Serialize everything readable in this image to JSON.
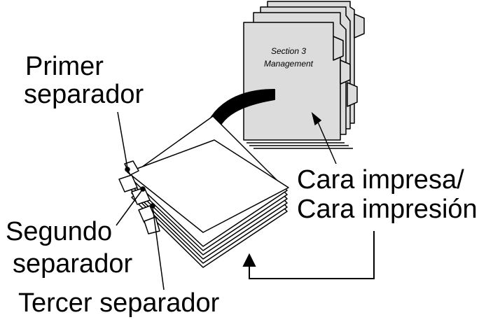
{
  "labels": {
    "primer_line1": "Primer",
    "primer_line2": "separador",
    "segundo_line1": "Segundo",
    "segundo_line2": "separador",
    "tercer": "Tercer separador",
    "cara_line1": "Cara impresa/",
    "cara_line2": "Cara impresión"
  },
  "tab_sheet": {
    "line1": "Section 3",
    "line2": "Management"
  },
  "colors": {
    "sheet_gray": "#dcdcdc",
    "outline": "#000000",
    "paper": "#ffffff",
    "arrow": "#000000"
  },
  "icons": {
    "flip_arrow": "curved-arrow-down",
    "return_arrow": "elbow-arrow-up"
  }
}
